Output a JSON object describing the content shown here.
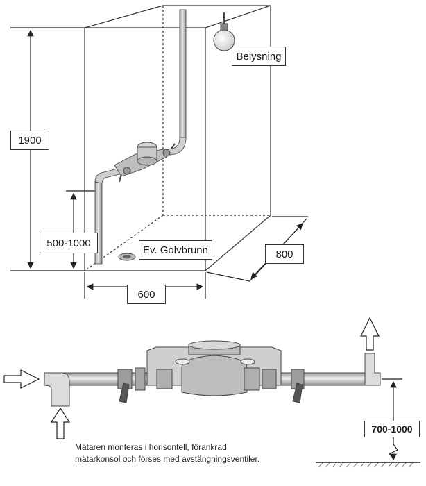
{
  "labels": {
    "belysning": "Belysning",
    "height_total": "1900",
    "pipe_height": "500-1000",
    "floor_drain": "Ev. Golvbrunn",
    "depth": "800",
    "width": "600",
    "meter_height": "700-1000"
  },
  "caption": {
    "line1": "Mätaren monteras i horisontell, förankrad",
    "line2": "mätarkonsol och förses med avstängningsventiler."
  },
  "colors": {
    "line": "#333333",
    "pipe_fill": "#e6e6e6",
    "pipe_shade": "#bdbdbd",
    "meter_fill": "#d9d9d9"
  }
}
